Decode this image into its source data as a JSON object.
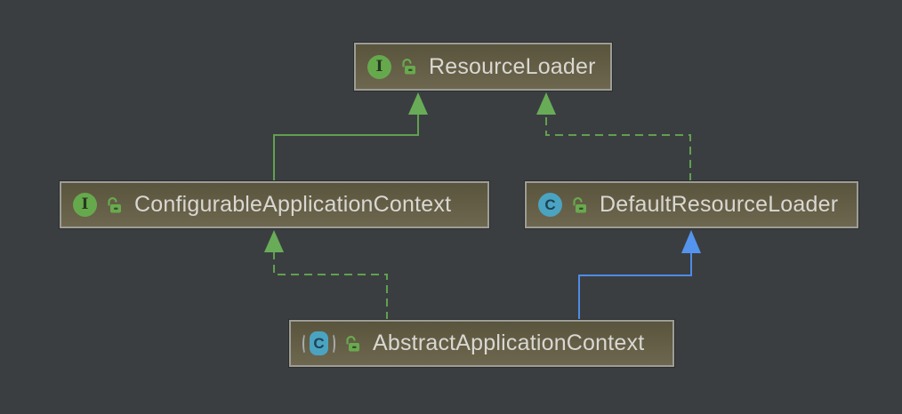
{
  "diagram": {
    "background_color": "#3b3e41",
    "node_fill_top": "#59543d",
    "node_fill_bottom": "#6e674f",
    "node_border_color": "#9d9d97",
    "node_text_color": "#d9d7d1",
    "edge_green_color": "#61a050",
    "edge_blue_color": "#4d8be7",
    "interface_icon_color": "#66a94d",
    "class_icon_color": "#4ba3c2",
    "lock_icon_color": "#6aa94f"
  },
  "nodes": [
    {
      "label": "ResourceLoader",
      "stereotype": "interface",
      "icon_letter": "I"
    },
    {
      "label": "ConfigurableApplicationContext",
      "stereotype": "interface",
      "icon_letter": "I"
    },
    {
      "label": "DefaultResourceLoader",
      "stereotype": "class",
      "icon_letter": "C"
    },
    {
      "label": "AbstractApplicationContext",
      "stereotype": "abstract-class",
      "icon_letter": "C"
    }
  ],
  "edges": [
    {
      "from": "ConfigurableApplicationContext",
      "to": "ResourceLoader",
      "style": "solid",
      "color": "green",
      "relation": "extends-interface"
    },
    {
      "from": "DefaultResourceLoader",
      "to": "ResourceLoader",
      "style": "dashed",
      "color": "green",
      "relation": "implements"
    },
    {
      "from": "AbstractApplicationContext",
      "to": "ConfigurableApplicationContext",
      "style": "dashed",
      "color": "green",
      "relation": "implements"
    },
    {
      "from": "AbstractApplicationContext",
      "to": "DefaultResourceLoader",
      "style": "solid",
      "color": "blue",
      "relation": "extends"
    }
  ]
}
